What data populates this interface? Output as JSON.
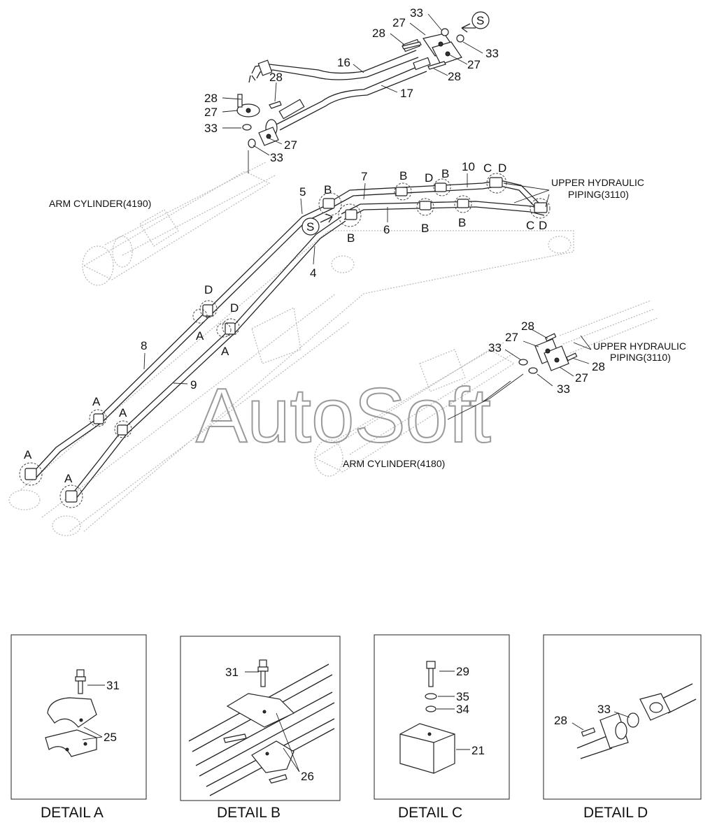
{
  "watermark": "AutoSoft",
  "notes": {
    "arm_cyl_upper": "ARM CYLINDER(4190)",
    "arm_cyl_lower": "ARM CYLINDER(4180)",
    "upper_piping_a_line1": "UPPER HYDRAULIC",
    "upper_piping_a_line2": "PIPING(3110)",
    "upper_piping_b_line1": "UPPER HYDRAULIC",
    "upper_piping_b_line2": "PIPING(3110)"
  },
  "callouts": [
    {
      "id": "c33a",
      "text": "33"
    },
    {
      "id": "c27a",
      "text": "27"
    },
    {
      "id": "c28a",
      "text": "28"
    },
    {
      "id": "c33b",
      "text": "33"
    },
    {
      "id": "c27b",
      "text": "27"
    },
    {
      "id": "c28b",
      "text": "28"
    },
    {
      "id": "c16",
      "text": "16"
    },
    {
      "id": "c17",
      "text": "17"
    },
    {
      "id": "c28c",
      "text": "28"
    },
    {
      "id": "c28d",
      "text": "28"
    },
    {
      "id": "c27c",
      "text": "27"
    },
    {
      "id": "c33c",
      "text": "33"
    },
    {
      "id": "c27d",
      "text": "27"
    },
    {
      "id": "c33d",
      "text": "33"
    },
    {
      "id": "c5",
      "text": "5"
    },
    {
      "id": "c7",
      "text": "7"
    },
    {
      "id": "c10",
      "text": "10"
    },
    {
      "id": "c6",
      "text": "6"
    },
    {
      "id": "c4",
      "text": "4"
    },
    {
      "id": "c8",
      "text": "8"
    },
    {
      "id": "c9",
      "text": "9"
    },
    {
      "id": "c28e",
      "text": "28"
    },
    {
      "id": "c27e",
      "text": "27"
    },
    {
      "id": "c33e",
      "text": "33"
    },
    {
      "id": "c28f",
      "text": "28"
    },
    {
      "id": "c27f",
      "text": "27"
    },
    {
      "id": "c33f",
      "text": "33"
    }
  ],
  "detail_markers": [
    {
      "id": "m1",
      "text": "B"
    },
    {
      "id": "m2",
      "text": "B"
    },
    {
      "id": "m3",
      "text": "D"
    },
    {
      "id": "m4",
      "text": "B"
    },
    {
      "id": "m5",
      "text": "C"
    },
    {
      "id": "m6",
      "text": "D"
    },
    {
      "id": "m7",
      "text": "B"
    },
    {
      "id": "m8",
      "text": "B"
    },
    {
      "id": "m9",
      "text": "B"
    },
    {
      "id": "m10",
      "text": "C"
    },
    {
      "id": "m11",
      "text": "D"
    },
    {
      "id": "m12",
      "text": "D"
    },
    {
      "id": "m13",
      "text": "D"
    },
    {
      "id": "m14",
      "text": "A"
    },
    {
      "id": "m15",
      "text": "A"
    },
    {
      "id": "m16",
      "text": "A"
    },
    {
      "id": "m17",
      "text": "A"
    },
    {
      "id": "m18",
      "text": "A"
    },
    {
      "id": "m19",
      "text": "A"
    }
  ],
  "s_markers": [
    "S",
    "S"
  ],
  "details": [
    {
      "caption": "DETAIL  A",
      "labels": [
        "31",
        "25"
      ]
    },
    {
      "caption": "DETAIL  B",
      "labels": [
        "31",
        "26"
      ]
    },
    {
      "caption": "DETAIL  C",
      "labels": [
        "29",
        "35",
        "34",
        "21"
      ]
    },
    {
      "caption": "DETAIL  D",
      "labels": [
        "28",
        "33"
      ]
    }
  ]
}
